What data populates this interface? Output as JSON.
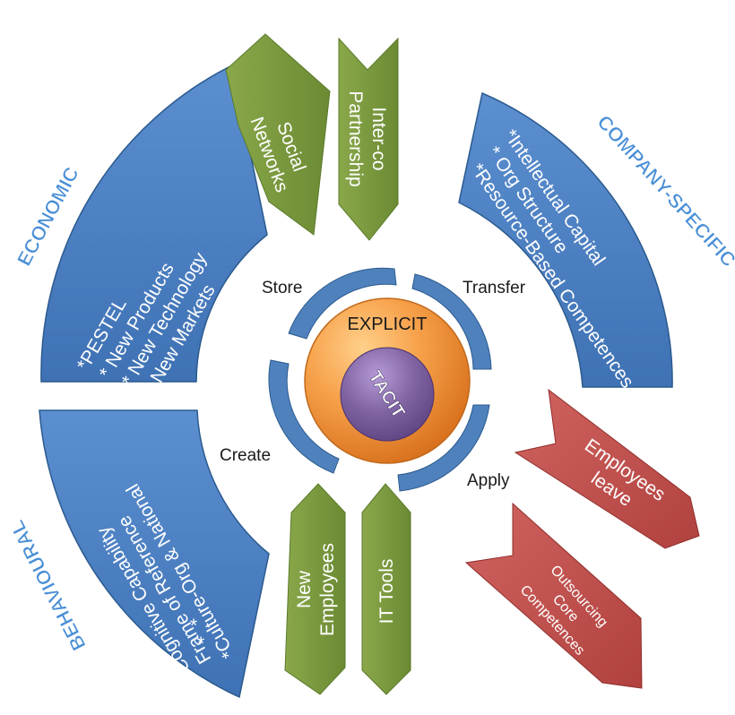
{
  "segments": {
    "economic": {
      "title": "ECONOMIC",
      "items": [
        "*PESTEL",
        "* New Products",
        "* New Technology",
        "* New Markets"
      ]
    },
    "company": {
      "title": "COMPANY-SPECIFIC",
      "items": [
        "*Intellectual Capital",
        "* Org Structure",
        "*Resource-Based Competences"
      ]
    },
    "behavioural": {
      "title": "BEHAVIOURAL",
      "items": [
        "Cognitive Capability",
        "Frame of Reference",
        "*Culture-Org & National"
      ],
      "bullets": [
        "*",
        "*"
      ]
    }
  },
  "inputs": {
    "social": [
      "Social",
      "Networks"
    ],
    "interco": [
      "Inter-co",
      "Partnership"
    ],
    "new_employees": [
      "New",
      "Employees"
    ],
    "it_tools": [
      "IT Tools"
    ]
  },
  "outputs": {
    "employees_leave": [
      "Employees",
      "leave"
    ],
    "outsourcing": [
      "Outsourcing",
      "Core",
      "Competences"
    ]
  },
  "cycle": {
    "store": "Store",
    "transfer": "Transfer",
    "apply": "Apply",
    "create": "Create"
  },
  "core": {
    "explicit": "EXPLICIT",
    "tacit": "TACIT"
  },
  "colors": {
    "blue_segment": "#4f81bd",
    "green_arrow": "#77933c",
    "red_arrow": "#c0504d",
    "orange_sphere": "#f79646",
    "purple_sphere": "#8064a2"
  }
}
